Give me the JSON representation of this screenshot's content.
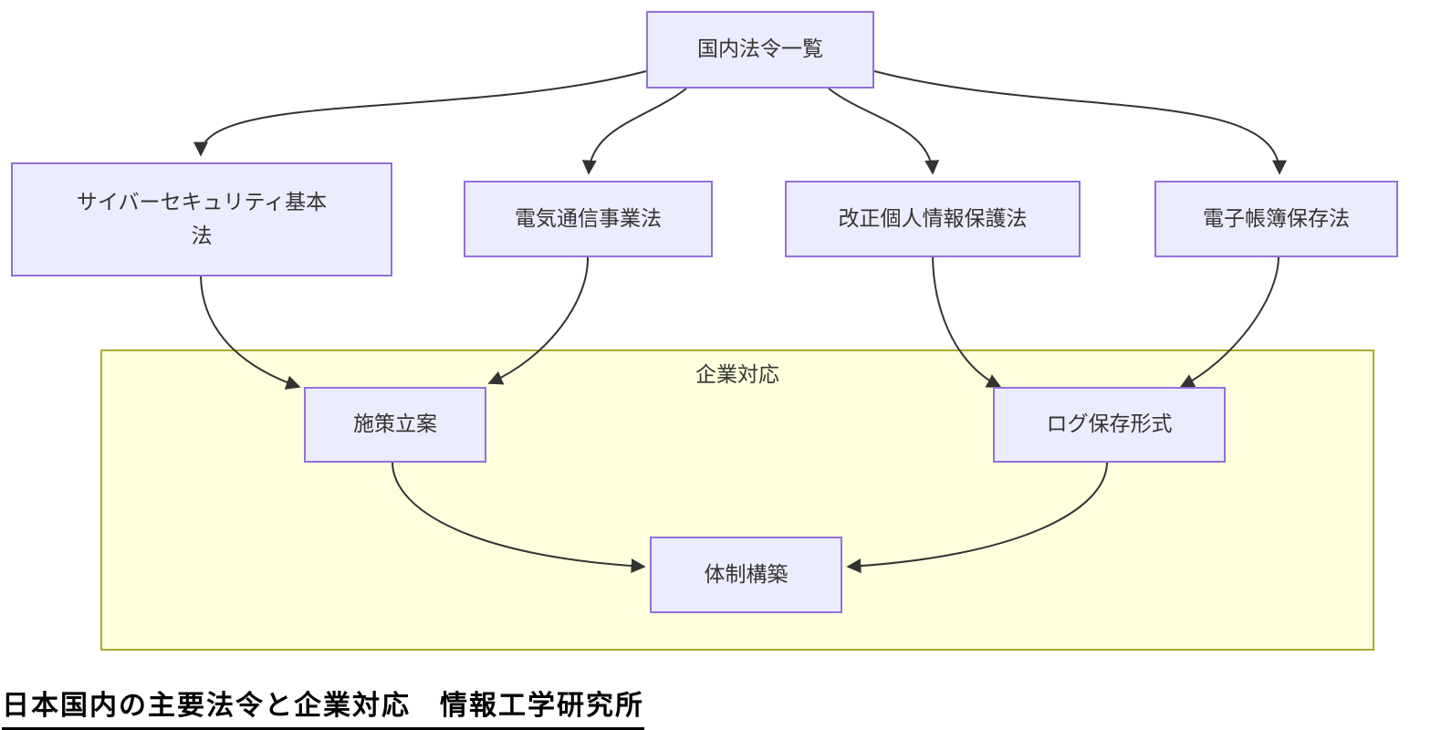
{
  "diagram": {
    "root": {
      "label": "国内法令一覧"
    },
    "laws": [
      {
        "label": "サイバーセキュリティ基本\n法"
      },
      {
        "label": "電気通信事業法"
      },
      {
        "label": "改正個人情報保護法"
      },
      {
        "label": "電子帳簿保存法"
      }
    ],
    "cluster": {
      "label": "企業対応"
    },
    "actions": [
      {
        "label": "施策立案"
      },
      {
        "label": "ログ保存形式"
      },
      {
        "label": "体制構築"
      }
    ],
    "edges": [
      {
        "from": "国内法令一覧",
        "to": "サイバーセキュリティ基本法"
      },
      {
        "from": "国内法令一覧",
        "to": "電気通信事業法"
      },
      {
        "from": "国内法令一覧",
        "to": "改正個人情報保護法"
      },
      {
        "from": "国内法令一覧",
        "to": "電子帳簿保存法"
      },
      {
        "from": "サイバーセキュリティ基本法",
        "to": "施策立案"
      },
      {
        "from": "電気通信事業法",
        "to": "施策立案"
      },
      {
        "from": "改正個人情報保護法",
        "to": "ログ保存形式"
      },
      {
        "from": "電子帳簿保存法",
        "to": "ログ保存形式"
      },
      {
        "from": "施策立案",
        "to": "体制構築"
      },
      {
        "from": "ログ保存形式",
        "to": "体制構築"
      }
    ],
    "caption": "日本国内の主要法令と企業対応　情報工学研究所",
    "colors": {
      "node_fill": "#ECECFF",
      "node_border": "#9370DB",
      "cluster_fill": "#FFFFDE",
      "cluster_border": "#AAAA33",
      "edge": "#333333",
      "text": "#333333",
      "caption_text": "#000000"
    }
  }
}
